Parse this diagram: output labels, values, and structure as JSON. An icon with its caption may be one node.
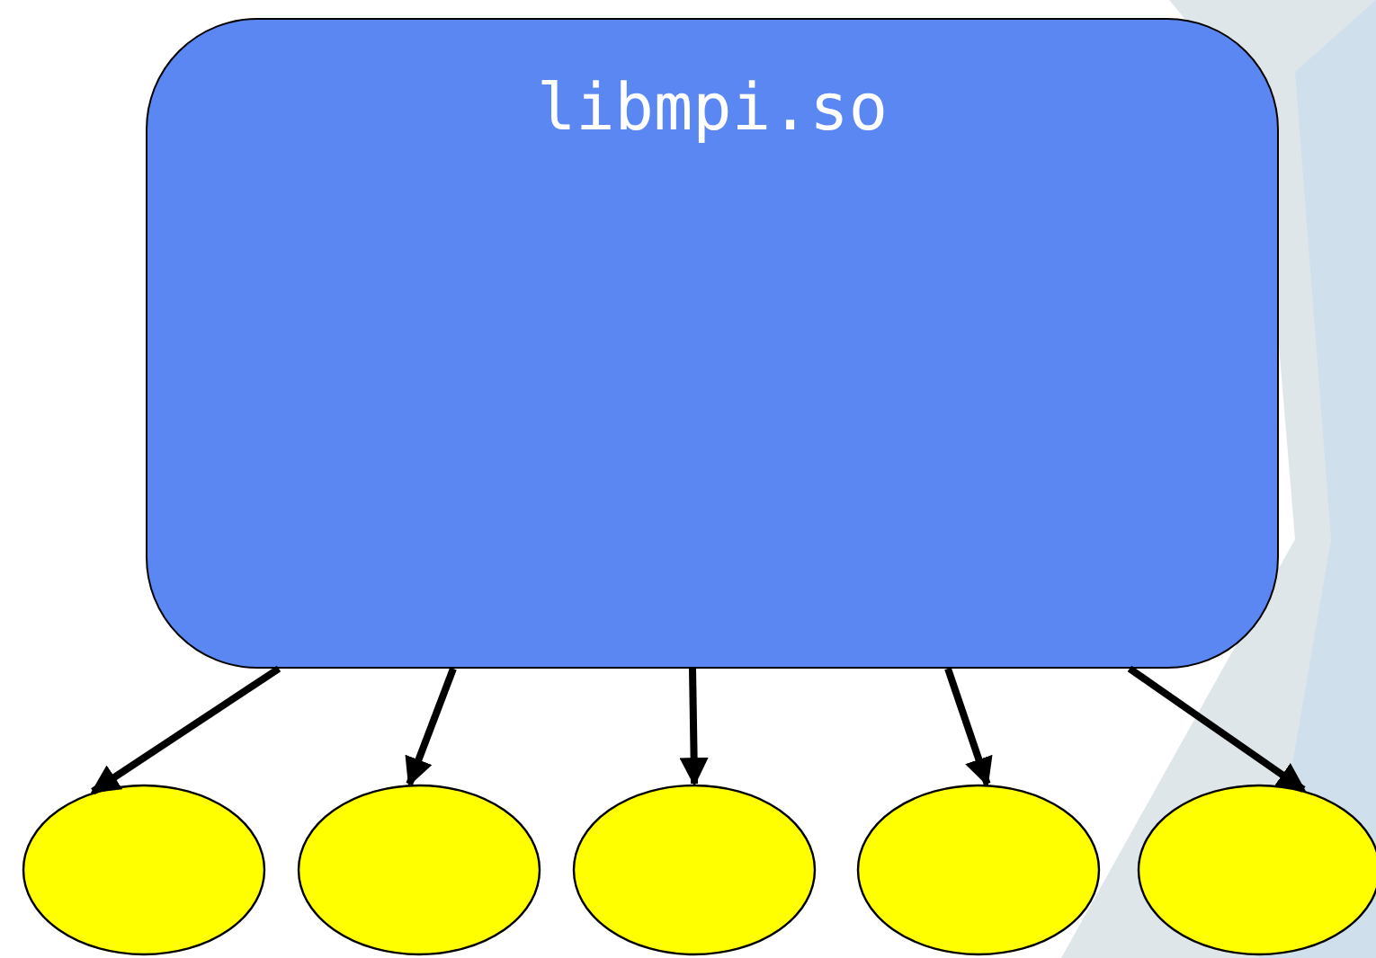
{
  "diagram": {
    "nodes": [
      {
        "text": [
          "libmpi.so"
        ]
      },
      {
        "text": [],
        "shape": "ellipse"
      },
      {
        "text": [],
        "shape": "ellipse"
      },
      {
        "text": [],
        "shape": "ellipse"
      },
      {
        "text": [],
        "shape": "ellipse"
      },
      {
        "text": [],
        "shape": "ellipse"
      }
    ],
    "edges": [
      {
        "from": 0,
        "to": 1,
        "arrow": "to"
      },
      {
        "from": 0,
        "to": 2,
        "arrow": "to"
      },
      {
        "from": 0,
        "to": 3,
        "arrow": "to"
      },
      {
        "from": 0,
        "to": 4,
        "arrow": "to"
      },
      {
        "from": 0,
        "to": 5,
        "arrow": "to"
      }
    ]
  }
}
